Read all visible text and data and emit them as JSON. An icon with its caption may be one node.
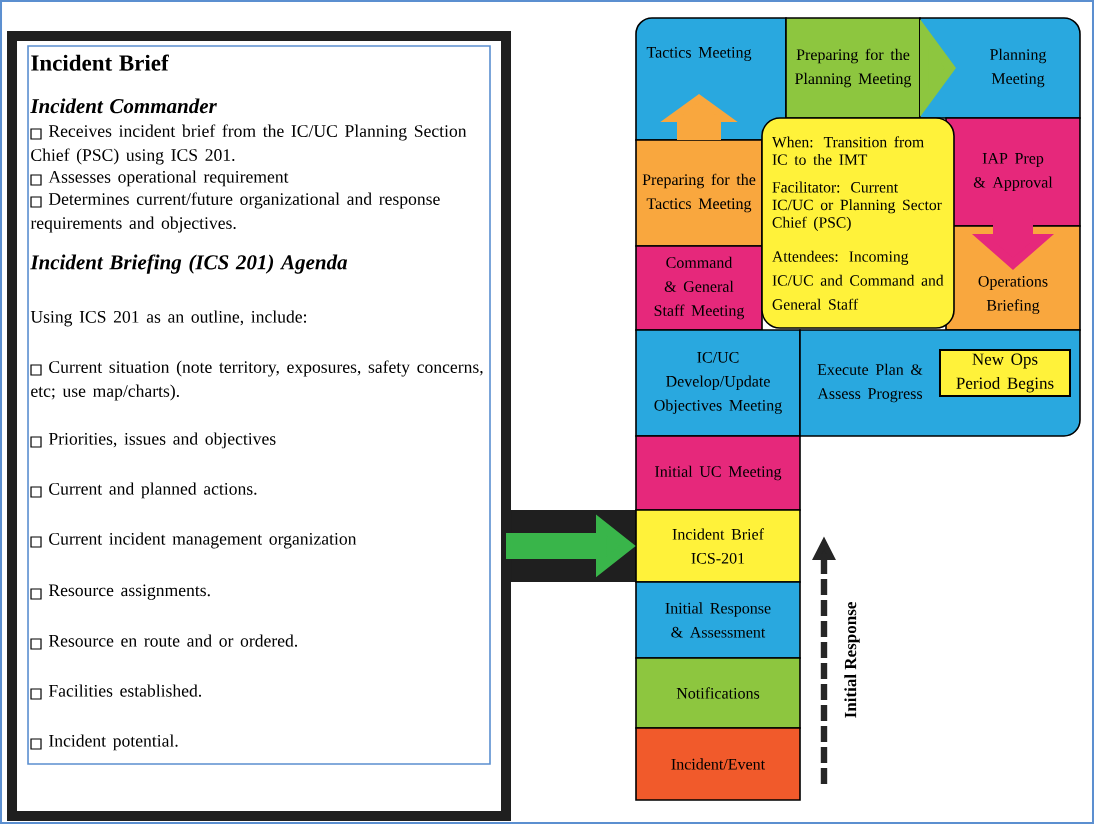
{
  "diagram": {
    "nodes": [
      {
        "text": [
          "Incident Brief",
          "Incident Commander",
          "Receives incident brief from the IC/UC Planning Section Chief (PSC) using ICS 201.",
          "Assesses operational requirement",
          "Determines current/future organizational and response requirements and objectives.",
          "Incident Briefing (ICS 201) Agenda",
          "Using ICS 201 as an outline, include:",
          "Current situation (note territory, exposures, safety concerns, etc; use map/charts).",
          "Priorities, issues and objectives",
          "Current and planned actions.",
          "Current incident management organization",
          "Resource assignments.",
          "Resource en route and or ordered.",
          "Facilities established.",
          "Incident potential."
        ]
      },
      {
        "text": [
          "Tactics Meeting"
        ]
      },
      {
        "text": [
          "Preparing for the Planning Meeting"
        ]
      },
      {
        "text": [
          "Planning Meeting"
        ]
      },
      {
        "text": [
          "Preparing for the Tactics Meeting"
        ]
      },
      {
        "text": [
          "When: Transition from IC to the IMT",
          "Facilitator: Current IC/UC or Planning Sector Chief (PSC)",
          "Attendees: Incoming IC/UC and Command and General Staff"
        ]
      },
      {
        "text": [
          "IAP Prep & Approval"
        ]
      },
      {
        "text": [
          "Command & General Staff Meeting"
        ]
      },
      {
        "text": [
          "Operations Briefing"
        ]
      },
      {
        "text": [
          "IC/UC Develop/Update Objectives Meeting"
        ]
      },
      {
        "text": [
          "Execute Plan & Assess Progress"
        ]
      },
      {
        "text": [
          "New Ops Period Begins"
        ],
        "in": 10
      },
      {
        "text": [
          "Initial UC Meeting"
        ]
      },
      {
        "text": [
          "Incident Brief ICS-201"
        ]
      },
      {
        "text": [
          "Initial Response & Assessment"
        ]
      },
      {
        "text": [
          "Notifications"
        ]
      },
      {
        "text": [
          "Incident/Event"
        ]
      }
    ],
    "edges": [
      {
        "from": 0,
        "to": 13,
        "arrow": "to",
        "color": "#39b54a"
      },
      {
        "from": 2,
        "to": 3,
        "arrow": "to",
        "color": "#8dc63f"
      },
      {
        "from": 4,
        "to": 1,
        "arrow": "to",
        "color": "#f9a73e"
      },
      {
        "from": 6,
        "to": 8,
        "arrow": "to",
        "color": "#e6287b"
      }
    ],
    "labels": [
      "Initial Response"
    ]
  }
}
